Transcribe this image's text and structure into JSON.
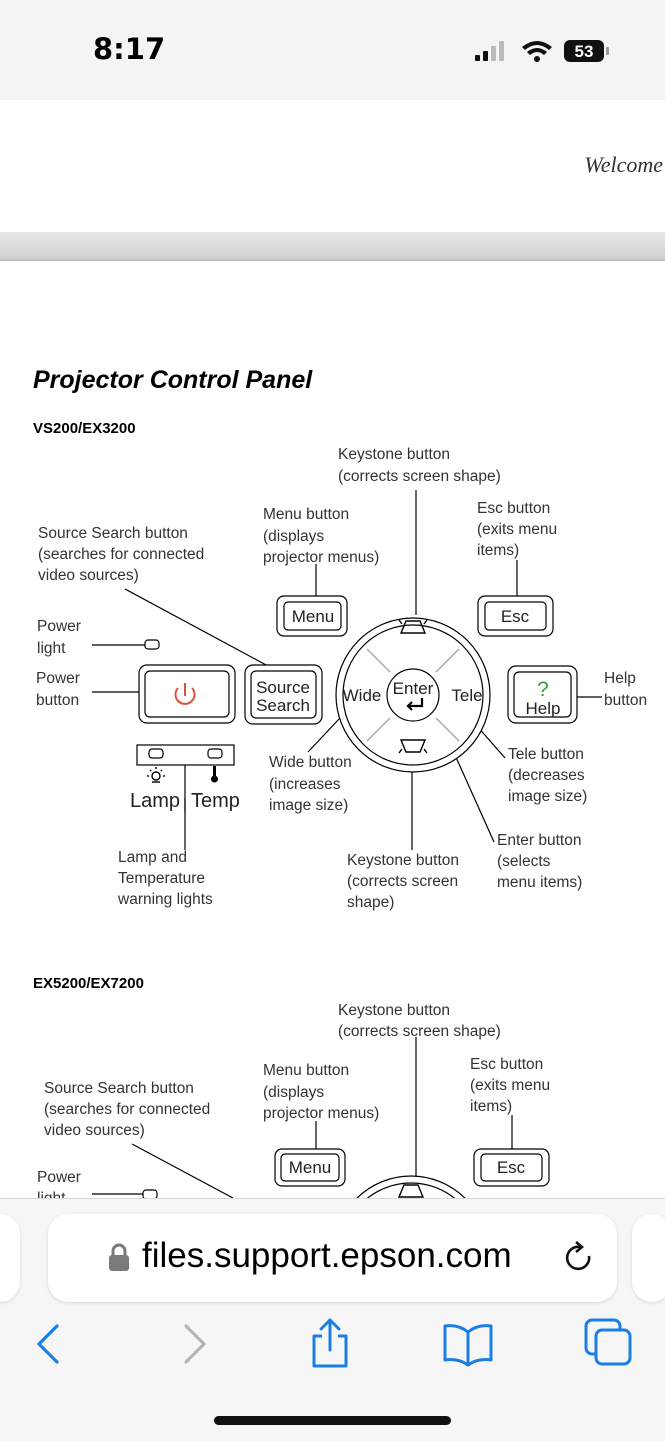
{
  "status_bar": {
    "time": "8:17",
    "battery": "53"
  },
  "site_header": {
    "welcome": "Welcome"
  },
  "document": {
    "title": "Projector Control Panel",
    "sections": [
      {
        "model": "VS200/EX3200",
        "labels": {
          "keystone_top": [
            "Keystone button",
            "(corrects screen shape)"
          ],
          "menu": [
            "Menu button",
            "(displays",
            "projector menus)"
          ],
          "esc": [
            "Esc button",
            "(exits menu",
            "items)"
          ],
          "source_search": [
            "Source Search button",
            "(searches for connected",
            "video sources)"
          ],
          "power_light": [
            "Power",
            "light"
          ],
          "power_button": [
            "Power",
            "button"
          ],
          "help": [
            "Help",
            "button"
          ],
          "tele": [
            "Tele button",
            "(decreases",
            "image size)"
          ],
          "wide": [
            "Wide button",
            "(increases",
            "image size)"
          ],
          "enter": [
            "Enter button",
            "(selects",
            "menu items)"
          ],
          "keystone_bottom": [
            "Keystone button",
            "(corrects screen",
            "shape)"
          ],
          "warning_lights": [
            "Lamp and",
            "Temperature",
            "warning lights"
          ]
        },
        "buttons": {
          "menu": "Menu",
          "esc": "Esc",
          "source": "Source",
          "search": "Search",
          "wide": "Wide",
          "tele": "Tele",
          "enter": "Enter",
          "help": "Help",
          "help_glyph": "?",
          "lamp": "Lamp",
          "temp": "Temp"
        }
      },
      {
        "model": "EX5200/EX7200",
        "labels": {
          "keystone_top": [
            "Keystone button",
            "(corrects screen shape)"
          ],
          "menu": [
            "Menu button",
            "(displays",
            "projector menus)"
          ],
          "esc": [
            "Esc button",
            "(exits menu",
            "items)"
          ],
          "source_search": [
            "Source Search button",
            "(searches for connected",
            "video sources)"
          ],
          "power_light": [
            "Power",
            "light"
          ]
        },
        "buttons": {
          "menu": "Menu",
          "esc": "Esc"
        }
      }
    ]
  },
  "browser": {
    "url": "files.support.epson.com"
  },
  "colors": {
    "accent": "#1a7ee6",
    "power": "#d9533a",
    "help": "#3c9a3c"
  }
}
